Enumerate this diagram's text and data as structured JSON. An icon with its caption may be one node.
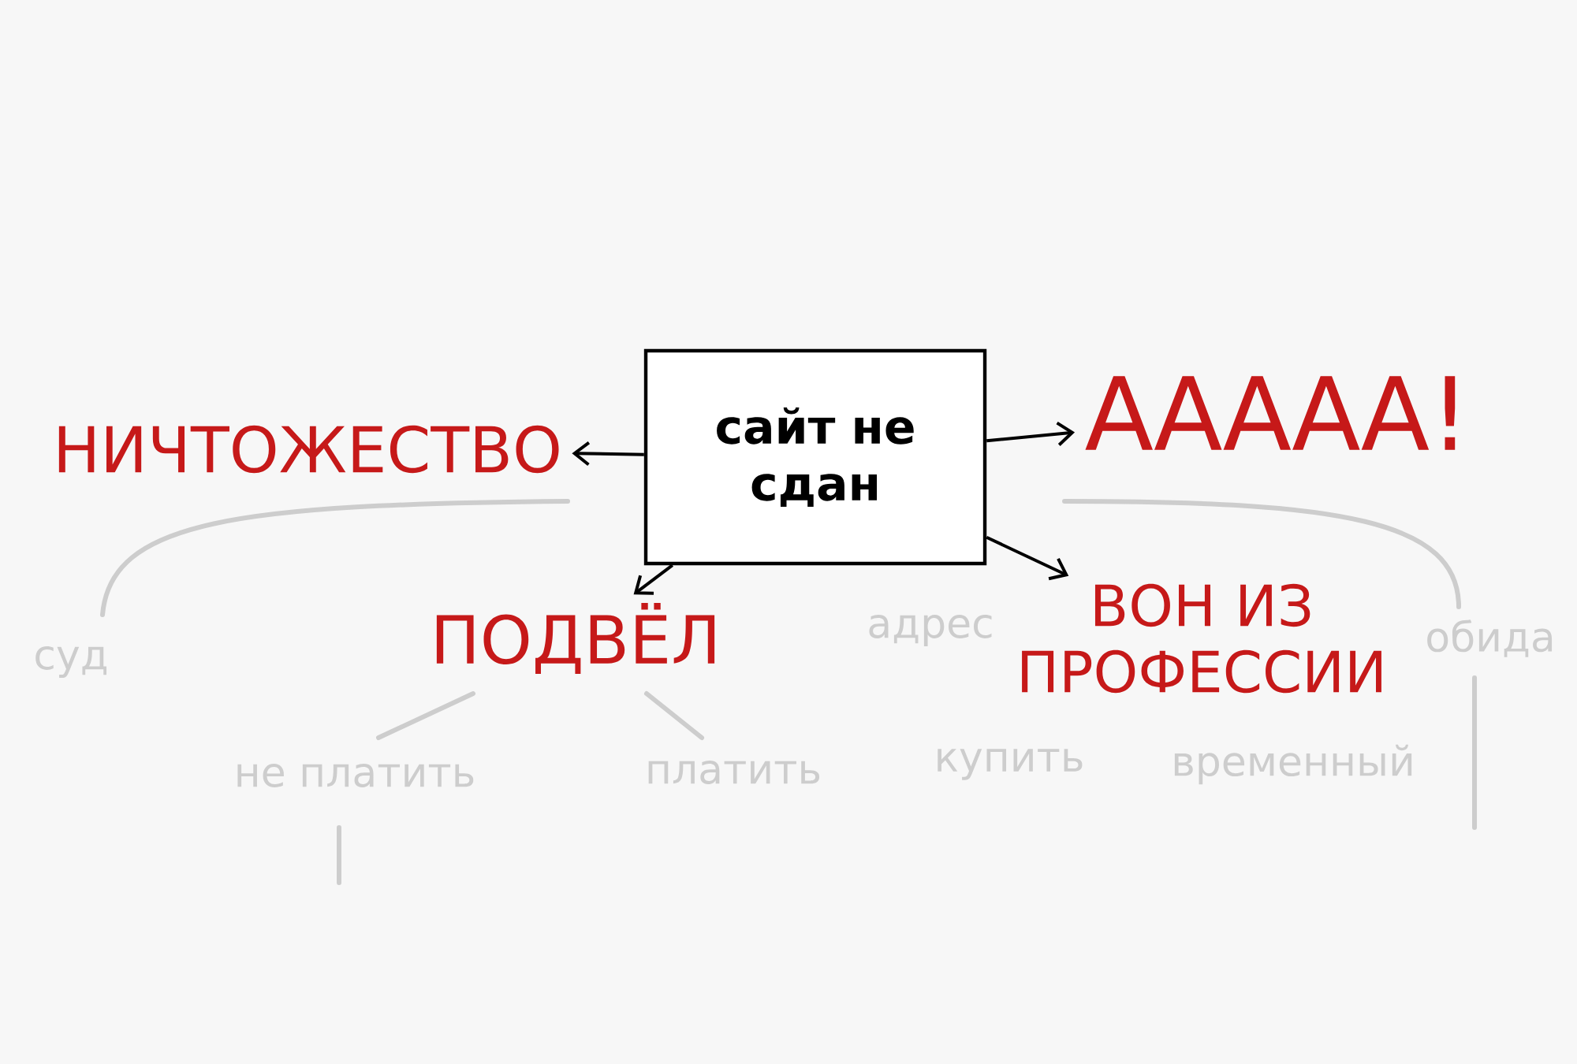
{
  "diagram": {
    "nodes": [
      {
        "text": [
          "сайт не сдан"
        ]
      },
      {
        "text": [
          "НИЧТОЖЕСТВО"
        ]
      },
      {
        "text": [
          "ААААА!"
        ]
      },
      {
        "text": [
          "ПОДВЁЛ"
        ]
      },
      {
        "text": [
          "ВОН ИЗ ПРОФЕССИИ"
        ]
      }
    ],
    "edges": [
      {
        "from": 0,
        "to": 1,
        "arrow": "to"
      },
      {
        "from": 0,
        "to": 2,
        "arrow": "to"
      },
      {
        "from": 0,
        "to": 3,
        "arrow": "to"
      },
      {
        "from": 0,
        "to": 4,
        "arrow": "to"
      }
    ],
    "labels": [
      "суд",
      "адрес",
      "обида",
      "не платить",
      "платить",
      "купить",
      "временный"
    ]
  }
}
